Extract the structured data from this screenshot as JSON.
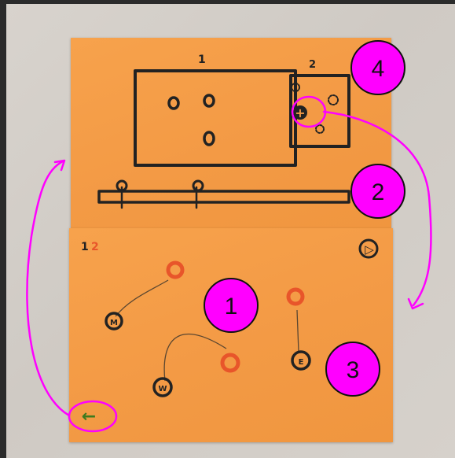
{
  "photo": {
    "subject": "paper-prototype-sketches"
  },
  "top_card": {
    "main_area_label": "1",
    "side_panel_label": "2",
    "plus_button_glyph": "+"
  },
  "bottom_card": {
    "page_indicator": {
      "current": "1",
      "next": "2"
    },
    "play_button_glyph": "▷",
    "tokens": [
      {
        "letter": "M"
      },
      {
        "letter": "W"
      },
      {
        "letter": "E"
      }
    ],
    "back_arrow_glyph": "←"
  },
  "annotations": [
    {
      "number": "4"
    },
    {
      "number": "2"
    },
    {
      "number": "1"
    },
    {
      "number": "3"
    }
  ],
  "colors": {
    "sticky_note": "#f39a45",
    "annotation_magenta": "#ff00ff",
    "marker_orange": "#e8552a",
    "marker_black": "#222222",
    "marker_green": "#3d7a1e"
  }
}
